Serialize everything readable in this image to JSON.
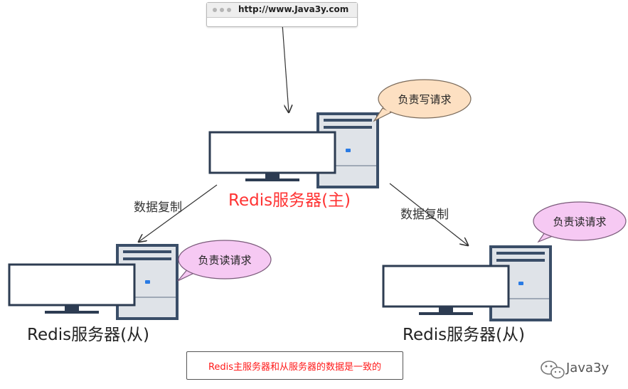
{
  "browser": {
    "url": "http://www.Java3y.com"
  },
  "servers": {
    "master": {
      "label": "Redis服务器(主)",
      "bubble": "负责写请求",
      "label_color": "#ff3333"
    },
    "slave_left": {
      "label": "Redis服务器(从)",
      "bubble": "负责读请求",
      "label_color": "#222222"
    },
    "slave_right": {
      "label": "Redis服务器(从)",
      "bubble": "负责读请求",
      "label_color": "#222222"
    }
  },
  "edges": {
    "left": {
      "label": "数据复制"
    },
    "right": {
      "label": "数据复制"
    }
  },
  "note": {
    "text": "Redis主服务器和从服务器的数据是一致的",
    "color": "#ff1a1a"
  },
  "watermark": {
    "text": "Java3y",
    "icon": "wechat-icon"
  },
  "colors": {
    "write_bubble_fill": "#fde0c2",
    "read_bubble_fill": "#f6c9f3",
    "tower_fill": "#dfe3e8",
    "tower_dark": "#3a4e68",
    "monitor_border": "#2d3c52"
  }
}
